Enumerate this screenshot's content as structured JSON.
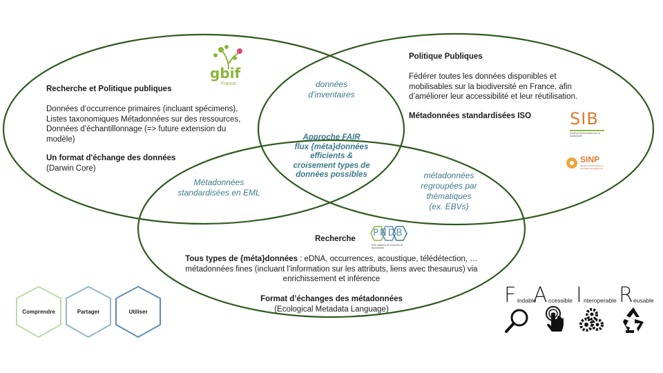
{
  "circle_left": {
    "title": "Recherche et Politique publiques",
    "text1": "Données d’occurrence primaires (incluant spécimens),",
    "text2": "Listes taxonomiques Métadonnées sur des ressources,",
    "text3": "Données d’échantillonnage (=> future extension du",
    "text4": "modèle)",
    "format_title": "Un format d'échange des données",
    "format_value": "(Darwin Core)",
    "logo_text": "gbif",
    "logo_sub": "France"
  },
  "circle_right": {
    "title": "Politique Publiques",
    "text1": "Fédérer toutes les données disponibles et",
    "text2": "mobilisables sur la biodiversité en France, afin",
    "text3": "d’améliorer leur accessibilité et leur réutilisation.",
    "format_title": "Métadonnées standardisées ISO",
    "logo_sib": "SIB",
    "logo_sib_sub": "Système d'information sur la biodiversité",
    "logo_sinp": "SINP",
    "logo_sinp_sub": "Système d'information de l'inventaire du patrimoine naturel"
  },
  "circle_bottom": {
    "title": "Recherche",
    "text1_bold": "Tous types de {méta}données",
    "text1_rest": " : eDNA, occurrences, acoustique, télédétection, …",
    "text2": "métadonnées fines (incluant l’information sur les attributs, liens avec thesaurus) via",
    "text3": "enrichissement et inférence",
    "format_title": "Format d’échanges des métadonnées",
    "format_value": "(Ecological Metadata Language)",
    "logo_text": "PNDB",
    "logo_sub": "Pôle National de Données de Biodiversité"
  },
  "overlaps": {
    "top_line1": "données",
    "top_line2": "d’inventaires",
    "left_line1": "Métadonnées",
    "left_line2": "standardisées en EML",
    "right_line1": "métadonnées",
    "right_line2": "regroupées par",
    "right_line3": "thématiques",
    "right_line4": "(ex. EBVs)",
    "center_line1": "Approche FAIR",
    "center_line2": "flux {méta}données",
    "center_line3": "efficients  &",
    "center_line4": "croisement types de",
    "center_line5": "données possibles"
  },
  "hexagons": [
    {
      "label": "Comprendre",
      "color": "#b9dca6"
    },
    {
      "label": "Partager",
      "color": "#94b6c6"
    },
    {
      "label": "Utiliser",
      "color": "#5d8db4"
    }
  ],
  "fair": [
    {
      "letter": "F",
      "word": "indable",
      "icon": "magnifier-icon"
    },
    {
      "letter": "A",
      "word": "ccessible",
      "icon": "pointer-hand-icon"
    },
    {
      "letter": "I",
      "word": "nteroperable",
      "icon": "gears-icon"
    },
    {
      "letter": "R",
      "word": "eusable",
      "icon": "recycle-icon"
    }
  ],
  "colors": {
    "circle_stroke": "#2e5a1c",
    "overlap_text": "#3c7a8c"
  }
}
